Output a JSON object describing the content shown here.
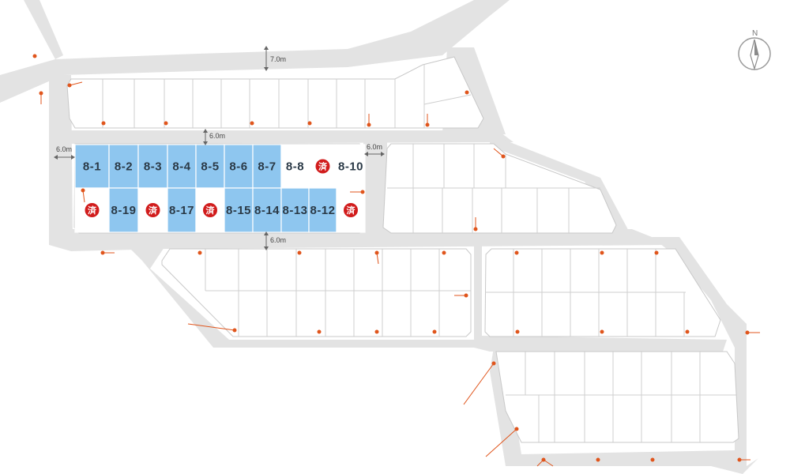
{
  "compass_label": "N",
  "road_widths": {
    "top": "7.0m",
    "middle": "6.0m",
    "left": "6.0m",
    "right": "6.0m",
    "bottom": "6.0m"
  },
  "sold_mark": "済",
  "colors": {
    "available": "#8ec6ef",
    "sold": "#d11c1c",
    "road": "#e3e3e3",
    "marker": "#e0551c"
  },
  "lots_top_row": [
    {
      "label": "8-1",
      "status": "available"
    },
    {
      "label": "8-2",
      "status": "available"
    },
    {
      "label": "8-3",
      "status": "available"
    },
    {
      "label": "8-4",
      "status": "available"
    },
    {
      "label": "8-5",
      "status": "available"
    },
    {
      "label": "8-6",
      "status": "available"
    },
    {
      "label": "8-7",
      "status": "available"
    },
    {
      "label": "8-8",
      "status": "other"
    },
    {
      "label": "",
      "status": "sold"
    },
    {
      "label": "8-10",
      "status": "other"
    }
  ],
  "lots_bottom_row": [
    {
      "label": "",
      "status": "sold"
    },
    {
      "label": "8-19",
      "status": "available"
    },
    {
      "label": "",
      "status": "sold"
    },
    {
      "label": "8-17",
      "status": "available"
    },
    {
      "label": "",
      "status": "sold"
    },
    {
      "label": "8-15",
      "status": "available"
    },
    {
      "label": "8-14",
      "status": "available"
    },
    {
      "label": "8-13",
      "status": "available"
    },
    {
      "label": "8-12",
      "status": "available"
    },
    {
      "label": "",
      "status": "sold"
    }
  ]
}
